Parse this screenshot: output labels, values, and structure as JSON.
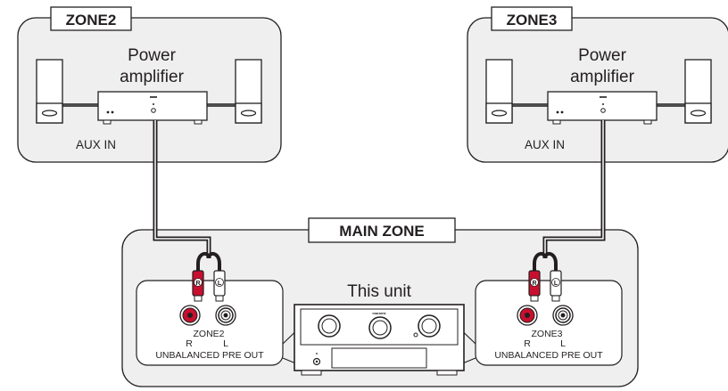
{
  "zones": {
    "zone2": {
      "title": "ZONE2",
      "device": {
        "line1": "Power",
        "line2": "amplifier"
      },
      "input_label": "AUX IN"
    },
    "zone3": {
      "title": "ZONE3",
      "device": {
        "line1": "Power",
        "line2": "amplifier"
      },
      "input_label": "AUX IN"
    },
    "main": {
      "title": "MAIN ZONE",
      "unit_label": "This unit",
      "brand": "marantz",
      "left_panel": {
        "plug_r": "R",
        "plug_l": "L",
        "zone": "ZONE2",
        "jack_r": "R",
        "jack_l": "L",
        "output": "UNBALANCED PRE OUT"
      },
      "right_panel": {
        "plug_r": "R",
        "plug_l": "L",
        "zone": "ZONE3",
        "jack_r": "R",
        "jack_l": "L",
        "output": "UNBALANCED PRE OUT"
      }
    }
  },
  "colors": {
    "box_fill": "#efefef",
    "stroke": "#231f20",
    "red_plug": "#c8102e",
    "white": "#ffffff"
  },
  "icons": [
    "speaker-icon",
    "amplifier-icon",
    "rca-plug-icon",
    "rca-jack-icon",
    "receiver-icon"
  ]
}
